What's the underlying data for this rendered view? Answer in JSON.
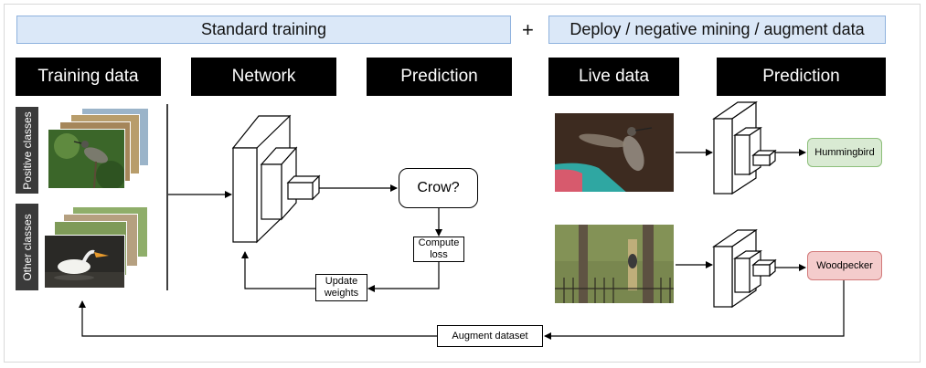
{
  "banners": {
    "left": "Standard training",
    "plus": "+",
    "right": "Deploy / negative mining / augment data"
  },
  "headers": {
    "training_data": "Training data",
    "network": "Network",
    "prediction_left": "Prediction",
    "live_data": "Live data",
    "prediction_right": "Prediction"
  },
  "side_labels": {
    "positive": "Positive classes",
    "other": "Other classes"
  },
  "nodes": {
    "crow": "Crow?",
    "compute_loss": "Compute loss",
    "update_weights": "Update weights",
    "augment": "Augment dataset",
    "hummingbird": "Hummingbird",
    "woodpecker": "Woodpecker"
  },
  "colors": {
    "banner_fill": "#dbe8f8",
    "banner_border": "#8fb2de",
    "hummingbird_fill": "#d9ead3",
    "woodpecker_fill": "#f4cccc"
  }
}
